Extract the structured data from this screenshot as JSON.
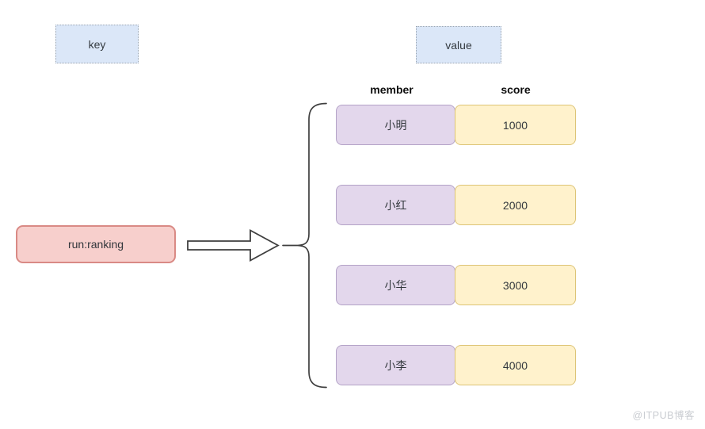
{
  "diagram": {
    "legend": {
      "key_label": "key",
      "value_label": "value"
    },
    "key_node": {
      "label": "run:ranking"
    },
    "columns": {
      "member": "member",
      "score": "score"
    },
    "rows": [
      {
        "member": "小明",
        "score": "1000"
      },
      {
        "member": "小红",
        "score": "2000"
      },
      {
        "member": "小华",
        "score": "3000"
      },
      {
        "member": "小李",
        "score": "4000"
      }
    ],
    "colors": {
      "legend_fill": "#dbe7f8",
      "legend_border": "#9aa5b1",
      "key_node_fill": "#f7cfcc",
      "key_node_border": "#d98a85",
      "member_fill": "#e3d7ec",
      "member_border": "#b3a2c7",
      "score_fill": "#fff2cc",
      "score_border": "#ddc475",
      "line_color": "#3f3f3f"
    }
  },
  "watermark": "@ITPUB博客"
}
